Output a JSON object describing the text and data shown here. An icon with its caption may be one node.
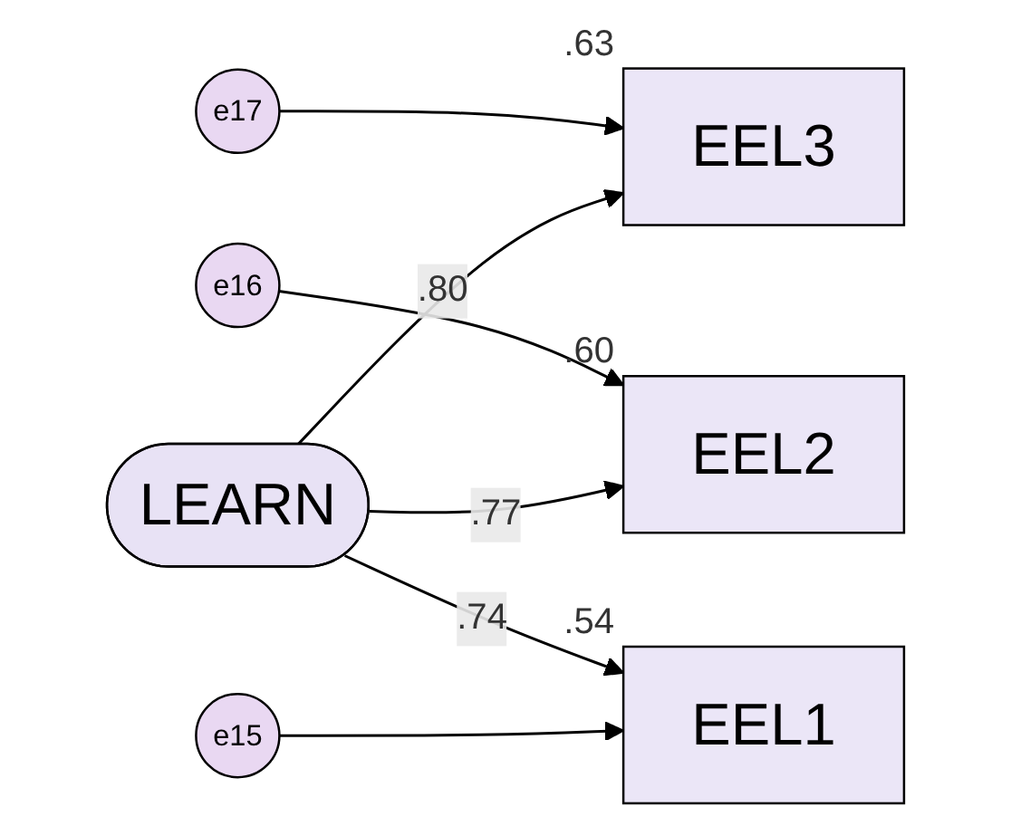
{
  "diagram": {
    "nodes": [
      {
        "text": [
          "e17"
        ]
      },
      {
        "text": [
          "EEL3"
        ],
        "beside": [
          ".63"
        ]
      },
      {
        "text": [
          "e16"
        ]
      },
      {
        "text": [
          "EEL2"
        ],
        "beside": [
          ".60"
        ]
      },
      {
        "text": [
          "LEARN"
        ]
      },
      {
        "text": [
          "e15"
        ]
      },
      {
        "text": [
          "EEL1"
        ],
        "beside": [
          ".54"
        ]
      }
    ],
    "edges": [
      {
        "from": 0,
        "to": 1,
        "arrow": "to"
      },
      {
        "from": 4,
        "to": 1,
        "arrow": "to",
        "label": ".80"
      },
      {
        "from": 2,
        "to": 3,
        "arrow": "to"
      },
      {
        "from": 4,
        "to": 3,
        "arrow": "to",
        "label": ".77"
      },
      {
        "from": 4,
        "to": 6,
        "arrow": "to",
        "label": ".74"
      },
      {
        "from": 5,
        "to": 6,
        "arrow": "to"
      }
    ]
  }
}
